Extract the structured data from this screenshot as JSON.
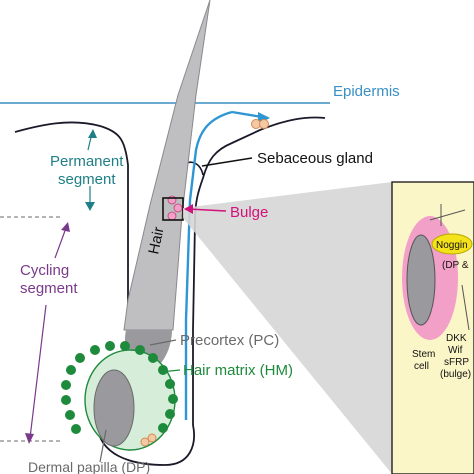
{
  "labels": {
    "epidermis": "Epidermis",
    "sebaceous_gland": "Sebaceous gland",
    "bulge": "Bulge",
    "hair": "Hair",
    "permanent_segment": [
      "Permanent",
      "segment"
    ],
    "cycling_segment": [
      "Cycling",
      "segment"
    ],
    "precortex": "Precortex (PC)",
    "hair_matrix": "Hair matrix (HM)",
    "dermal_papilla": "Dermal papilla (DP)"
  },
  "inset": {
    "noggin": "Noggin",
    "dp_partial": "(DP &",
    "stem_cell": [
      "Stem",
      "cell"
    ],
    "inhibitors": [
      "DKK",
      "Wif",
      "sFRP",
      "(bulge)"
    ]
  },
  "colors": {
    "epidermis": "#3a8fc4",
    "teal": "#1f7f86",
    "purple": "#7a3a8a",
    "magenta": "#d1127a",
    "hair_matrix_green": "#1e8a3c",
    "gray_text": "#6a6a6a",
    "inset_bg": "#fbf6c8",
    "noggin_fill": "#f4e21a",
    "stem_pink": "#f2a0c8"
  }
}
